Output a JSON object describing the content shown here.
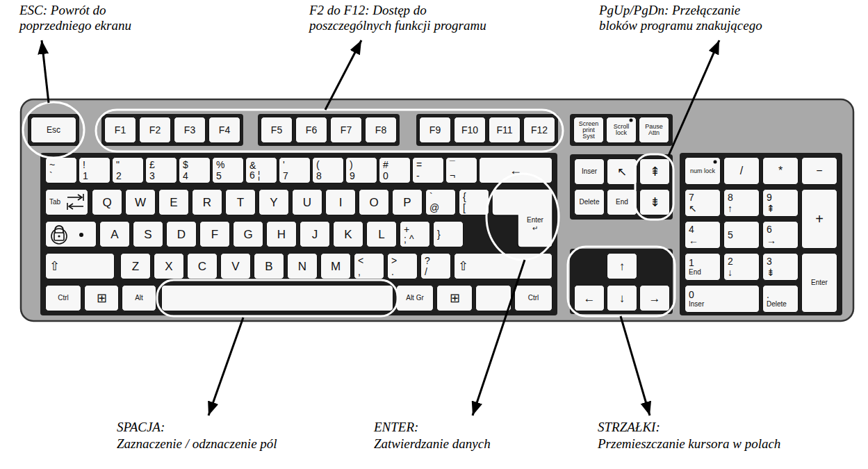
{
  "diagram": {
    "labels": [
      "ESC: Powrót do poprzedniego ekranu",
      "F2 do F12: Dostęp do poszczególnych funkcji programu",
      "PgUp/PgDn: Przełączanie bloków programu znakującego",
      "SPACJA:",
      "Zaznaczenie / odznaczenie pól",
      "ENTER:",
      "Zatwierdzanie danych",
      "STRZAŁKI:",
      "Przemieszczanie kursora w polach",
      "Esc",
      "F1",
      "F2",
      "F3",
      "F4",
      "F5",
      "F6",
      "F7",
      "F8",
      "F9",
      "F10",
      "F11",
      "F12",
      "Screen print Syst",
      "Scroll lock",
      "Pause Attn",
      "~",
      "`",
      "!",
      "1",
      "\"",
      "2",
      "£",
      "3",
      "$",
      "4",
      "%",
      "5",
      "&",
      "6",
      "¦",
      "'",
      "7",
      "(",
      "8",
      ")",
      "9",
      "#",
      "0",
      "=",
      "-",
      "¯",
      "¬",
      "←",
      "Tab",
      "Q",
      "W",
      "E",
      "R",
      "T",
      "Y",
      "U",
      "I",
      "O",
      "P",
      "`",
      "@",
      "{",
      "[",
      "Enter",
      "↵",
      "A",
      "S",
      "D",
      "F",
      "G",
      "H",
      "J",
      "K",
      "L",
      "+",
      ";",
      "^",
      "}",
      "⇧",
      "Z",
      "X",
      "C",
      "V",
      "B",
      "N",
      "M",
      "<",
      ",",
      ">",
      ".",
      "?",
      "/",
      "⇧",
      "Ctrl",
      "⊞",
      "Alt",
      "Alt Gr",
      "⊞",
      "Ctrl",
      "Inser",
      "↖",
      "⇞",
      "Delete",
      "End",
      "⇟",
      "↑",
      "←",
      "↓",
      "→",
      "num lock",
      "/",
      "*",
      "−",
      "7",
      "↖",
      "8",
      "↑",
      "9",
      "⇞",
      "+",
      "4",
      "←",
      "5",
      "6",
      "→",
      "1",
      "End",
      "2",
      "↓",
      "3",
      "⇟",
      "Enter",
      "0",
      "Inser",
      ".",
      "Delete"
    ]
  }
}
